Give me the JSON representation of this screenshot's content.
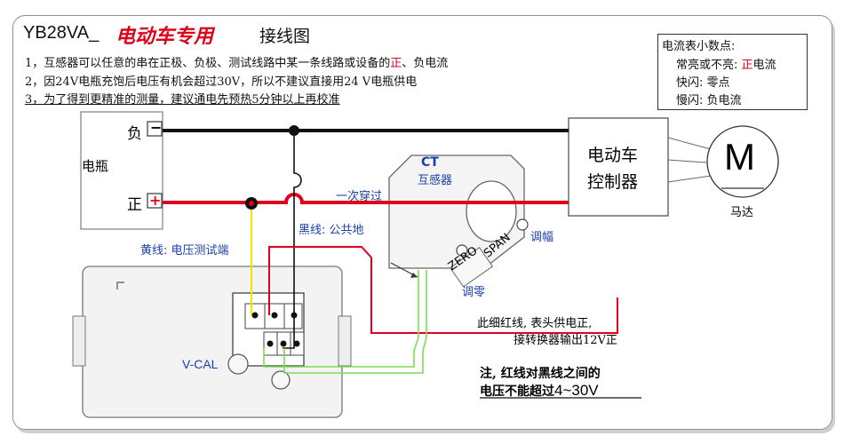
{
  "title": {
    "model": "YB28VA_",
    "ev_only": "电动车专用",
    "wiring": "接线图"
  },
  "notes": [
    {
      "pre": "1，互感器可以任意的串在正极、负极、测试线路中某一条线路或设备的",
      "hl": "正",
      "post": "、负电流"
    },
    {
      "text": "2，因24V电瓶充饱后电压有机会超过30V，所以不建议直接用24 V电瓶供电"
    },
    {
      "text": "3，为了得到更精准的测量，建议通电先预热5分钟以上再校准"
    }
  ],
  "legend": {
    "title": "电流表小数点:",
    "line1_pre": "常亮或不亮: ",
    "line1_hl": "正",
    "line1_post": "电流",
    "line2": "快闪: 零点",
    "line3": "慢闪: 负电流"
  },
  "battery": {
    "label": "电瓶",
    "neg": "负",
    "pos": "正",
    "neg_symbol": "−",
    "pos_symbol": "+"
  },
  "ct": {
    "title": "CT",
    "subtitle": "互感器",
    "zero": "ZERO",
    "span": "SPAN",
    "zero_cn": "调零",
    "span_cn": "调幅",
    "pass_through": "一次穿过"
  },
  "controller": {
    "line1": "电动车",
    "line2": "控制器"
  },
  "motor": {
    "symbol": "M",
    "label": "马达"
  },
  "wires": {
    "yellow": "黄线: 电压测试端",
    "black": "黑线: 公共地",
    "red_thin_1": "此细红线, 表头供电正,",
    "red_thin_2": "接转换器输出12V正"
  },
  "meter": {
    "vcal": "V-CAL"
  },
  "warning": {
    "line1": "注, 红线对黑线之间的",
    "line2_pre": "电压不能超过",
    "line2_value": "4~30V"
  },
  "colors": {
    "red": "#e0001b",
    "blue": "#1b3fa8",
    "yellow": "#f2e600",
    "green": "#7ddc55",
    "black": "#111111"
  }
}
